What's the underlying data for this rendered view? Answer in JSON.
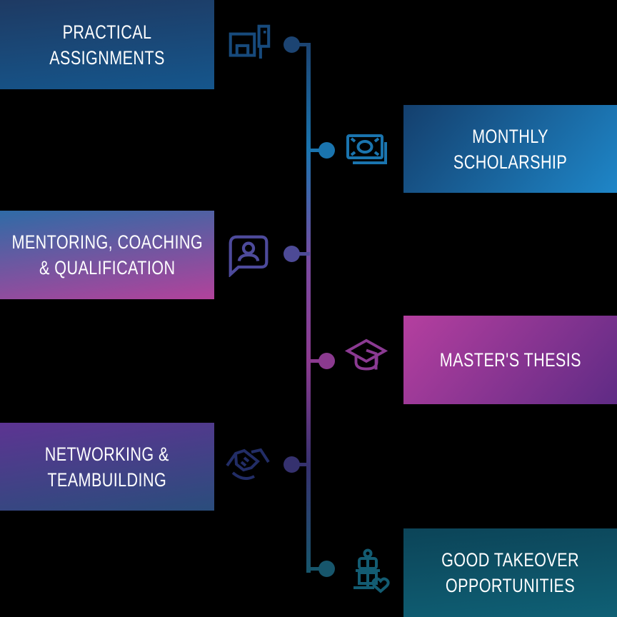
{
  "diagram": {
    "background_color": "#000000",
    "text_color": "#ffffff",
    "timeline": {
      "orientation": "vertical",
      "gradient_stops": [
        "#1c4472",
        "#1a74ae",
        "#7a4aa0",
        "#8b3a8f",
        "#35316e",
        "#17566c"
      ]
    },
    "items": [
      {
        "id": "practical-assignments",
        "side": "left",
        "label_lines": [
          "PRACTICAL",
          "ASSIGNMENTS"
        ],
        "icon": "presentation-board-icon",
        "icon_color": "#174a7c",
        "accent": "#1c4472",
        "box_gradient": [
          "#1e3a63",
          "#15568c"
        ]
      },
      {
        "id": "monthly-scholarship",
        "side": "right",
        "label_lines": [
          "MONTHLY",
          "SCHOLARSHIP"
        ],
        "icon": "banknotes-icon",
        "icon_color": "#1a74ae",
        "accent": "#1a74ae",
        "box_gradient": [
          "#143f6d",
          "#1e86c8"
        ]
      },
      {
        "id": "mentoring-coaching-qualification",
        "side": "left",
        "label_lines": [
          "MENTORING, COACHING",
          "& QUALIFICATION"
        ],
        "icon": "chat-person-icon",
        "icon_color": "#4d4a9b",
        "accent": "#4d4a96",
        "box_gradient": [
          "#2f6ba6",
          "#b2429b"
        ]
      },
      {
        "id": "masters-thesis",
        "side": "right",
        "label_lines": [
          "MASTER'S THESIS"
        ],
        "icon": "graduation-cap-icon",
        "icon_color": "#8b3a92",
        "accent": "#8b3a8f",
        "box_gradient": [
          "#b53f9f",
          "#5f2b85"
        ]
      },
      {
        "id": "networking-teambuilding",
        "side": "left",
        "label_lines": [
          "NETWORKING &",
          "TEAMBUILDING"
        ],
        "icon": "handshake-icon",
        "icon_color": "#222d66",
        "accent": "#35316e",
        "box_gradient": [
          "#5d3492",
          "#2a4d7c"
        ]
      },
      {
        "id": "good-takeover-opportunities",
        "side": "right",
        "label_lines": [
          "GOOD TAKEOVER",
          "OPPORTUNITIES"
        ],
        "icon": "person-heart-icon",
        "icon_color": "#135c72",
        "accent": "#17566c",
        "box_gradient": [
          "#0c4458",
          "#0f6075"
        ]
      }
    ]
  }
}
